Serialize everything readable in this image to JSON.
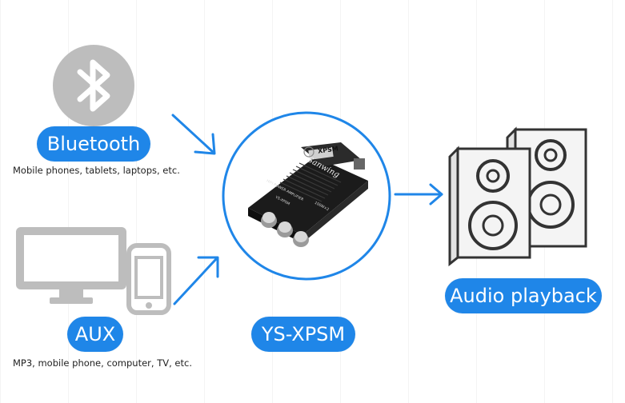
{
  "labels": {
    "bluetooth": "Bluetooth",
    "bluetooth_caption": "Mobile phones, tablets, laptops, etc.",
    "aux": "AUX",
    "aux_caption": "MP3, mobile phone, computer, TV, etc.",
    "device": "YS-XPSM",
    "playback": "Audio playback"
  },
  "board": {
    "logo_text": "XPSM",
    "brand_text": "Sanwing",
    "product_line": "HIFI POWER AMPLIFIER",
    "rating": "100W×2",
    "model_small": "YS-XPSM"
  },
  "colors": {
    "accent": "#1f86e8",
    "icon_gray": "#bdbdbd",
    "speaker_fill": "#f4f4f4",
    "board_dark": "#1b1b1b"
  },
  "icons": [
    "bluetooth-icon",
    "monitor-icon",
    "phone-icon",
    "speaker-icon",
    "arrow-icon"
  ]
}
